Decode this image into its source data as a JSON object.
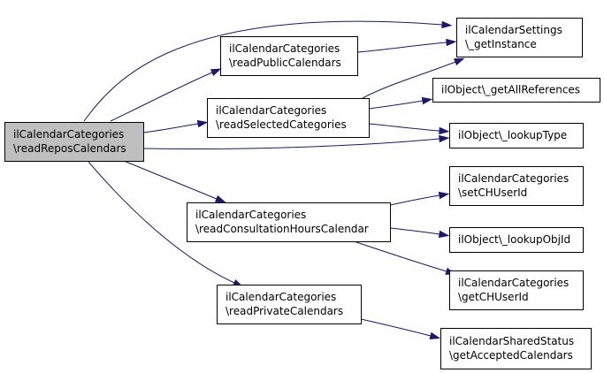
{
  "graph": {
    "type": "call-graph",
    "colors": {
      "edge": "#191970",
      "node_fill": "#ffffff",
      "root_fill": "#bfbfbf",
      "node_border": "#000000"
    },
    "nodes": [
      {
        "id": "readReposCalendars",
        "lines": [
          "ilCalendarCategories",
          "\\readReposCalendars"
        ],
        "root": true
      },
      {
        "id": "readPublicCalendars",
        "lines": [
          "ilCalendarCategories",
          "\\readPublicCalendars"
        ]
      },
      {
        "id": "readSelectedCategories",
        "lines": [
          "ilCalendarCategories",
          "\\readSelectedCategories"
        ]
      },
      {
        "id": "readConsultationHoursCalendar",
        "lines": [
          "ilCalendarCategories",
          "\\readConsultationHoursCalendar"
        ]
      },
      {
        "id": "readPrivateCalendars",
        "lines": [
          "ilCalendarCategories",
          "\\readPrivateCalendars"
        ]
      },
      {
        "id": "getInstance",
        "lines": [
          "ilCalendarSettings",
          "\\_getInstance"
        ]
      },
      {
        "id": "getAllReferences",
        "lines": [
          "ilObject\\_getAllReferences"
        ]
      },
      {
        "id": "lookupType",
        "lines": [
          "ilObject\\_lookupType"
        ]
      },
      {
        "id": "setCHUserId",
        "lines": [
          "ilCalendarCategories",
          "\\setCHUserId"
        ]
      },
      {
        "id": "lookupObjId",
        "lines": [
          "ilObject\\_lookupObjId"
        ]
      },
      {
        "id": "getCHUserId",
        "lines": [
          "ilCalendarCategories",
          "\\getCHUserId"
        ]
      },
      {
        "id": "getAcceptedCalendars",
        "lines": [
          "ilCalendarSharedStatus",
          "\\getAcceptedCalendars"
        ]
      }
    ],
    "edges": [
      {
        "from": "readReposCalendars",
        "to": "getInstance"
      },
      {
        "from": "readReposCalendars",
        "to": "readPublicCalendars"
      },
      {
        "from": "readReposCalendars",
        "to": "readSelectedCategories"
      },
      {
        "from": "readReposCalendars",
        "to": "lookupType"
      },
      {
        "from": "readReposCalendars",
        "to": "readConsultationHoursCalendar"
      },
      {
        "from": "readReposCalendars",
        "to": "readPrivateCalendars"
      },
      {
        "from": "readPublicCalendars",
        "to": "getInstance"
      },
      {
        "from": "readSelectedCategories",
        "to": "getInstance"
      },
      {
        "from": "readSelectedCategories",
        "to": "getAllReferences"
      },
      {
        "from": "readSelectedCategories",
        "to": "lookupType"
      },
      {
        "from": "readConsultationHoursCalendar",
        "to": "setCHUserId"
      },
      {
        "from": "readConsultationHoursCalendar",
        "to": "lookupObjId"
      },
      {
        "from": "readConsultationHoursCalendar",
        "to": "getCHUserId"
      },
      {
        "from": "readPrivateCalendars",
        "to": "getAcceptedCalendars"
      }
    ]
  }
}
